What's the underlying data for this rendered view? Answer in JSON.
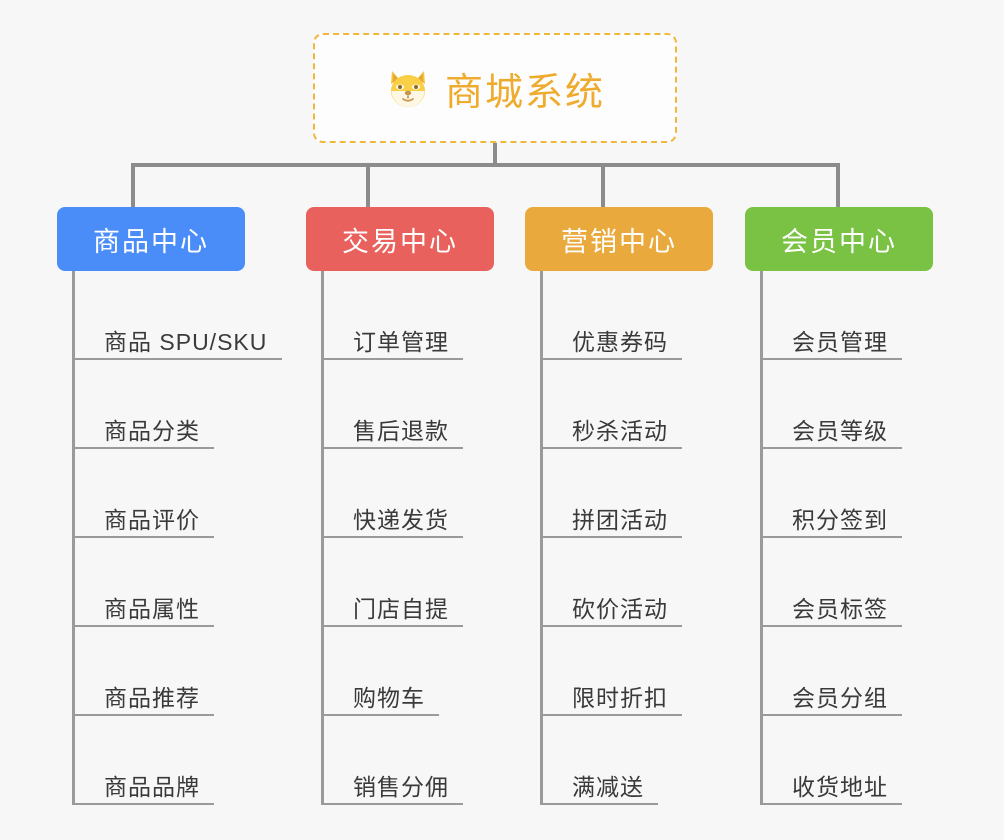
{
  "background_color": "#f7f7f7",
  "root": {
    "title": "商城系统",
    "icon": "shiba-dog-face-icon",
    "color": "#efab2e",
    "border_color": "#f2b63c"
  },
  "branches": [
    {
      "label": "商品中心",
      "color": "#4b8df8",
      "items": [
        "商品 SPU/SKU",
        "商品分类",
        "商品评价",
        "商品属性",
        "商品推荐",
        "商品品牌"
      ]
    },
    {
      "label": "交易中心",
      "color": "#e8615d",
      "items": [
        "订单管理",
        "售后退款",
        "快递发货",
        "门店自提",
        "购物车",
        "销售分佣"
      ]
    },
    {
      "label": "营销中心",
      "color": "#eaa93c",
      "items": [
        "优惠券码",
        "秒杀活动",
        "拼团活动",
        "砍价活动",
        "限时折扣",
        "满减送"
      ]
    },
    {
      "label": "会员中心",
      "color": "#79c244",
      "items": [
        "会员管理",
        "会员等级",
        "积分签到",
        "会员标签",
        "会员分组",
        "收货地址"
      ]
    }
  ]
}
